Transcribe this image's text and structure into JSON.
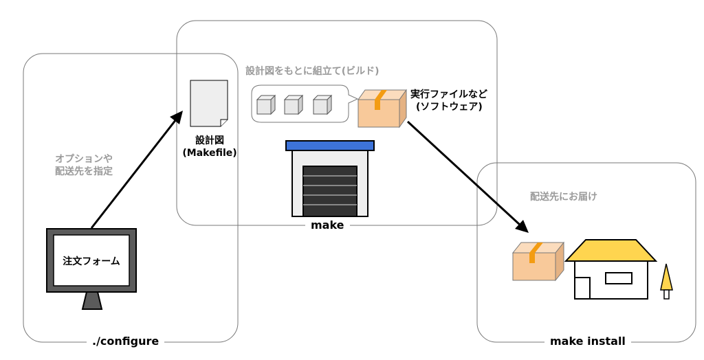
{
  "diagram": {
    "configure": {
      "label": "./configure",
      "note": [
        "オプションや",
        "配送先を指定"
      ],
      "monitor_text": "注文フォーム"
    },
    "makefile": {
      "title": "設計図",
      "subtitle": "(Makefile)"
    },
    "make": {
      "label": "make",
      "note": "設計図をもとに組立て(ビルド)"
    },
    "product": {
      "line1": "実行ファイルなど",
      "line2": "(ソフトウェア)"
    },
    "install": {
      "label": "make install",
      "note": "配送先にお届け"
    },
    "colors": {
      "box_fill": "#f8c99a",
      "box_tape": "#f39c12",
      "factory_roof": "#3d73d9",
      "house_roof": "#ffd54f",
      "tree": "#ffd54f",
      "note_text": "#9a9a9a",
      "frame": "#777777"
    }
  }
}
